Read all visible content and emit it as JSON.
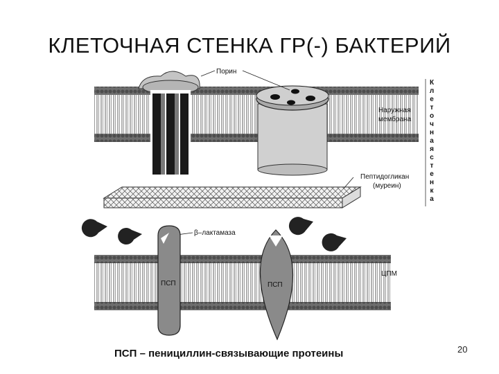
{
  "title": "КЛЕТОЧНАЯ СТЕНКА ГР(-) БАКТЕРИЙ",
  "labels": {
    "porin": "Порин",
    "outer_membrane_line1": "Наружная",
    "outer_membrane_line2": "мембрана",
    "peptidoglycan_line1": "Пептидогликан",
    "peptidoglycan_line2": "(муреин)",
    "beta_lactamase": "β–лактамаза",
    "cpm": "ЦПМ",
    "psp_left": "ПСП",
    "psp_right": "ПСП"
  },
  "cell_wall_letters": [
    "К",
    "л",
    "е",
    "т",
    "о",
    "ч",
    "н",
    "а",
    "я",
    "с",
    "т",
    "е",
    "н",
    "к",
    "а"
  ],
  "caption": "ПСП – пенициллин-связывающие протеины",
  "page_number": "20",
  "colors": {
    "membrane_head": "#6e6e6e",
    "membrane_tail": "#bdbdbd",
    "protein_fill": "#8a8a8a",
    "background": "#ffffff"
  }
}
